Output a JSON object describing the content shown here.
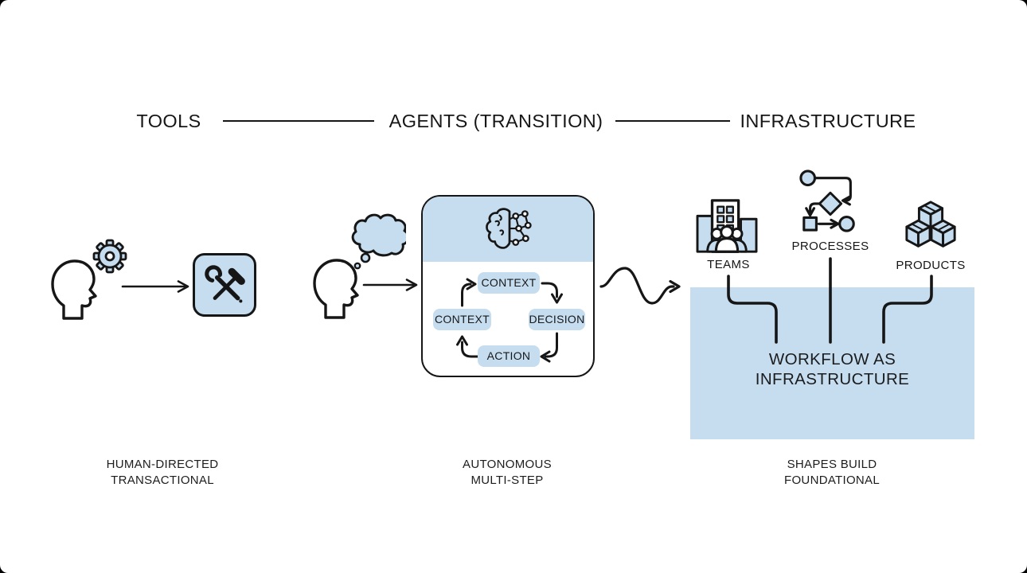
{
  "colors": {
    "accent_blue": "#c6ddef",
    "ink": "#161616",
    "background": "#ffffff"
  },
  "header": {
    "left_label": "TOOLS",
    "center_label": "AGENTS (TRANSITION)",
    "right_label": "INFRASTRUCTURE"
  },
  "tools_stage": {
    "caption": {
      "line1": "HUMAN-DIRECTED",
      "line2": "TRANSACTIONAL"
    }
  },
  "agents_stage": {
    "loop": {
      "top": "CONTEXT",
      "right": "DECISION",
      "bottom": "ACTION",
      "left": "CONTEXT"
    },
    "caption": {
      "line1": "AUTONOMOUS",
      "line2": "MULTI-STEP"
    }
  },
  "infrastructure_stage": {
    "icon_labels": {
      "teams": "TEAMS",
      "processes": "PROCESSES",
      "products": "PRODUCTS"
    },
    "workflow_box": {
      "line1": "WORKFLOW AS",
      "line2": "INFRASTRUCTURE"
    },
    "caption": {
      "line1": "SHAPES BUILD",
      "line2": "FOUNDATIONAL"
    }
  }
}
